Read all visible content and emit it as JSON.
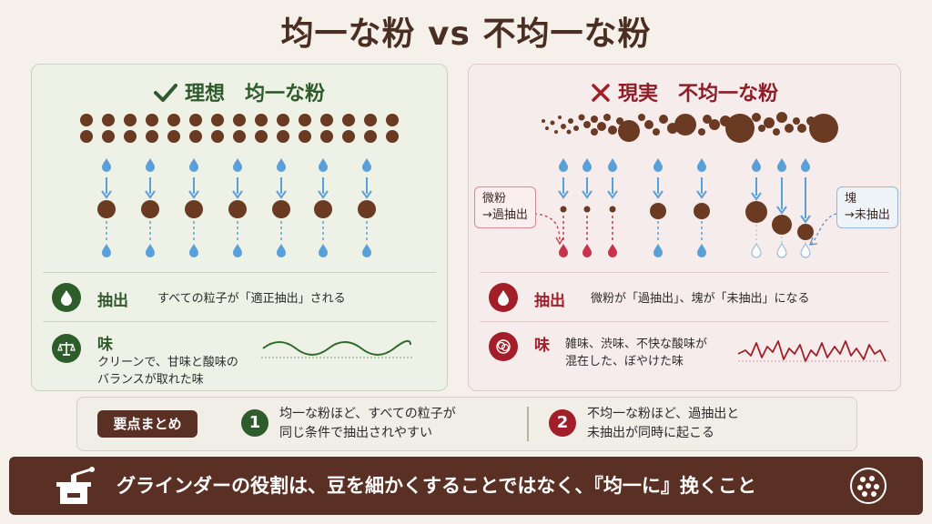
{
  "title": "均一な粉 vs 不均一な粉",
  "left": {
    "heading": "理想　均一な粉",
    "heading_icon": "check-icon",
    "extraction": {
      "label": "抽出",
      "text": "すべての粒子が「適正抽出」される"
    },
    "taste": {
      "label": "味",
      "text_lines": [
        "クリーンで、甘味と酸味の",
        "バランスが取れた味"
      ]
    }
  },
  "right": {
    "heading": "現実　不均一な粉",
    "heading_icon": "cross-icon",
    "callout_fines": [
      "微粉",
      "→過抽出"
    ],
    "callout_chunks": [
      "塊",
      "→未抽出"
    ],
    "extraction": {
      "label": "抽出",
      "text": "微粉が「過抽出」、塊が「未抽出」になる"
    },
    "taste": {
      "label": "味",
      "text_lines": [
        "雑味、渋味、不快な酸味が",
        "混在した、ぼやけた味"
      ]
    }
  },
  "key_points": {
    "label": "要点まとめ",
    "items": [
      {
        "num": "1",
        "lines": [
          "均一な粉ほど、すべての粒子が",
          "同じ条件で抽出されやすい"
        ]
      },
      {
        "num": "2",
        "lines": [
          "不均一な粉ほど、過抽出と",
          "未抽出が同時に起こる"
        ]
      }
    ]
  },
  "footer": "グラインダーの役割は、豆を細かくすることではなく、『均一に』挽くこと",
  "colors": {
    "brown": "#5a3024",
    "bean": "#6b3a22",
    "water": "#5aa0d8",
    "green": "#2e5c2b",
    "red": "#a21f2a"
  }
}
